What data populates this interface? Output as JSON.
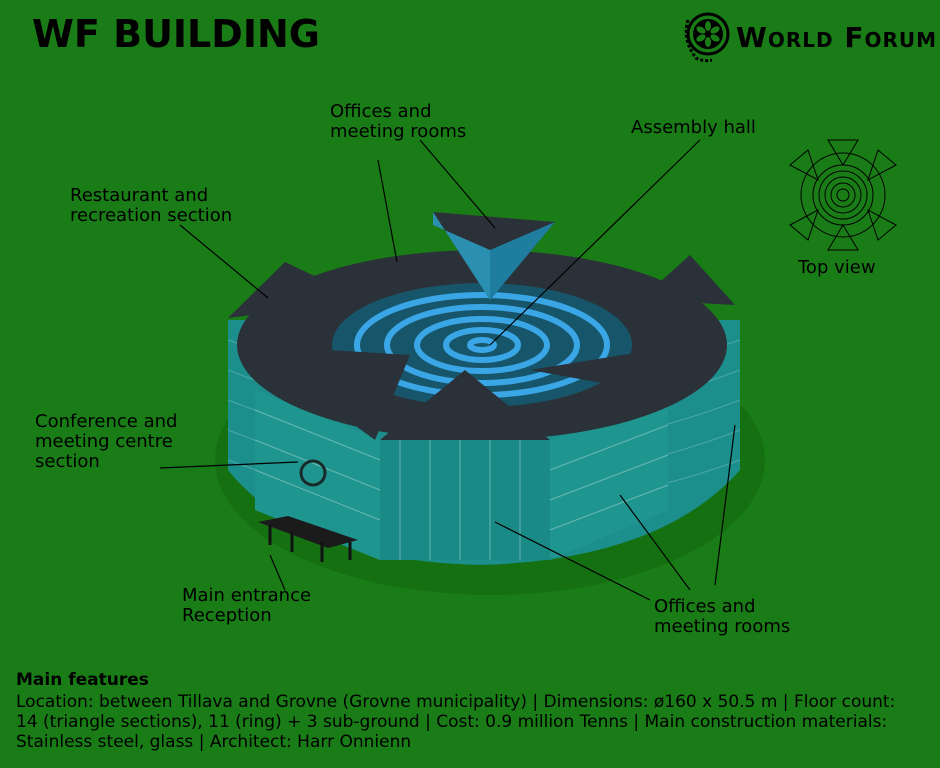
{
  "title": "WF BUILDING",
  "logo": {
    "text": "World Forum"
  },
  "labels": {
    "offices_top": [
      "Offices and",
      "meeting rooms"
    ],
    "assembly": "Assembly hall",
    "restaurant": [
      "Restaurant and",
      "recreation section"
    ],
    "conference": [
      "Conference and",
      "meeting centre",
      "section"
    ],
    "entrance": [
      "Main entrance",
      "Reception"
    ],
    "offices_bottom": [
      "Offices and",
      "meeting rooms"
    ],
    "top_view": "Top view"
  },
  "features": {
    "heading": "Main features",
    "text": "Location: between Tillava and Grovne (Grovne municipality) | Dimensions: ø160 x 50.5 m | Floor count: 14 (triangle sections), 11 (ring) + 3 sub-ground | Cost: 0.9 million Tenns | Main construction materials: Stainless steel, glass | Architect: Harr Onnienn"
  },
  "colors": {
    "background": "#1a7c16",
    "roof": "#2b3138",
    "glass": "#1e9aa8",
    "accent": "#3aa6e6"
  }
}
